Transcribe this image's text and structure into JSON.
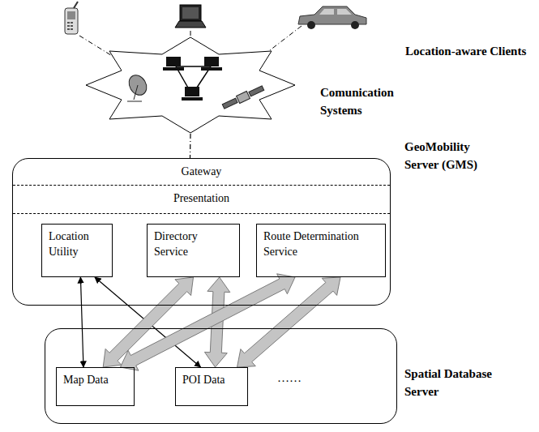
{
  "diagram": {
    "nodes": [
      {
        "text": [
          "Comunication Systems"
        ]
      },
      {
        "text": [
          "GeoMobility Server (GMS)"
        ]
      },
      {
        "text": [
          "Gateway"
        ],
        "in": 1
      },
      {
        "text": [
          "Presentation"
        ],
        "in": 1
      },
      {
        "text": [
          "Location Utility"
        ],
        "in": 1
      },
      {
        "text": [
          "Directory Service"
        ],
        "in": 1
      },
      {
        "text": [
          "Route Determination Service"
        ],
        "in": 1
      },
      {
        "text": [
          "Spatial Database Server"
        ]
      },
      {
        "text": [
          "Map Data"
        ],
        "in": 7
      },
      {
        "text": [
          "POI Data"
        ],
        "in": 7
      }
    ],
    "edges": [
      {
        "from": 0,
        "to": 1,
        "arrow": "none"
      },
      {
        "from": 4,
        "to": 8,
        "arrow": "both"
      },
      {
        "from": 4,
        "to": 9,
        "arrow": "both"
      },
      {
        "from": 5,
        "to": 8,
        "arrow": "both"
      },
      {
        "from": 5,
        "to": 9,
        "arrow": "both"
      },
      {
        "from": 6,
        "to": 8,
        "arrow": "both"
      },
      {
        "from": 6,
        "to": 9,
        "arrow": "both"
      }
    ],
    "labels": [
      "Location-aware Clients",
      "……"
    ]
  }
}
